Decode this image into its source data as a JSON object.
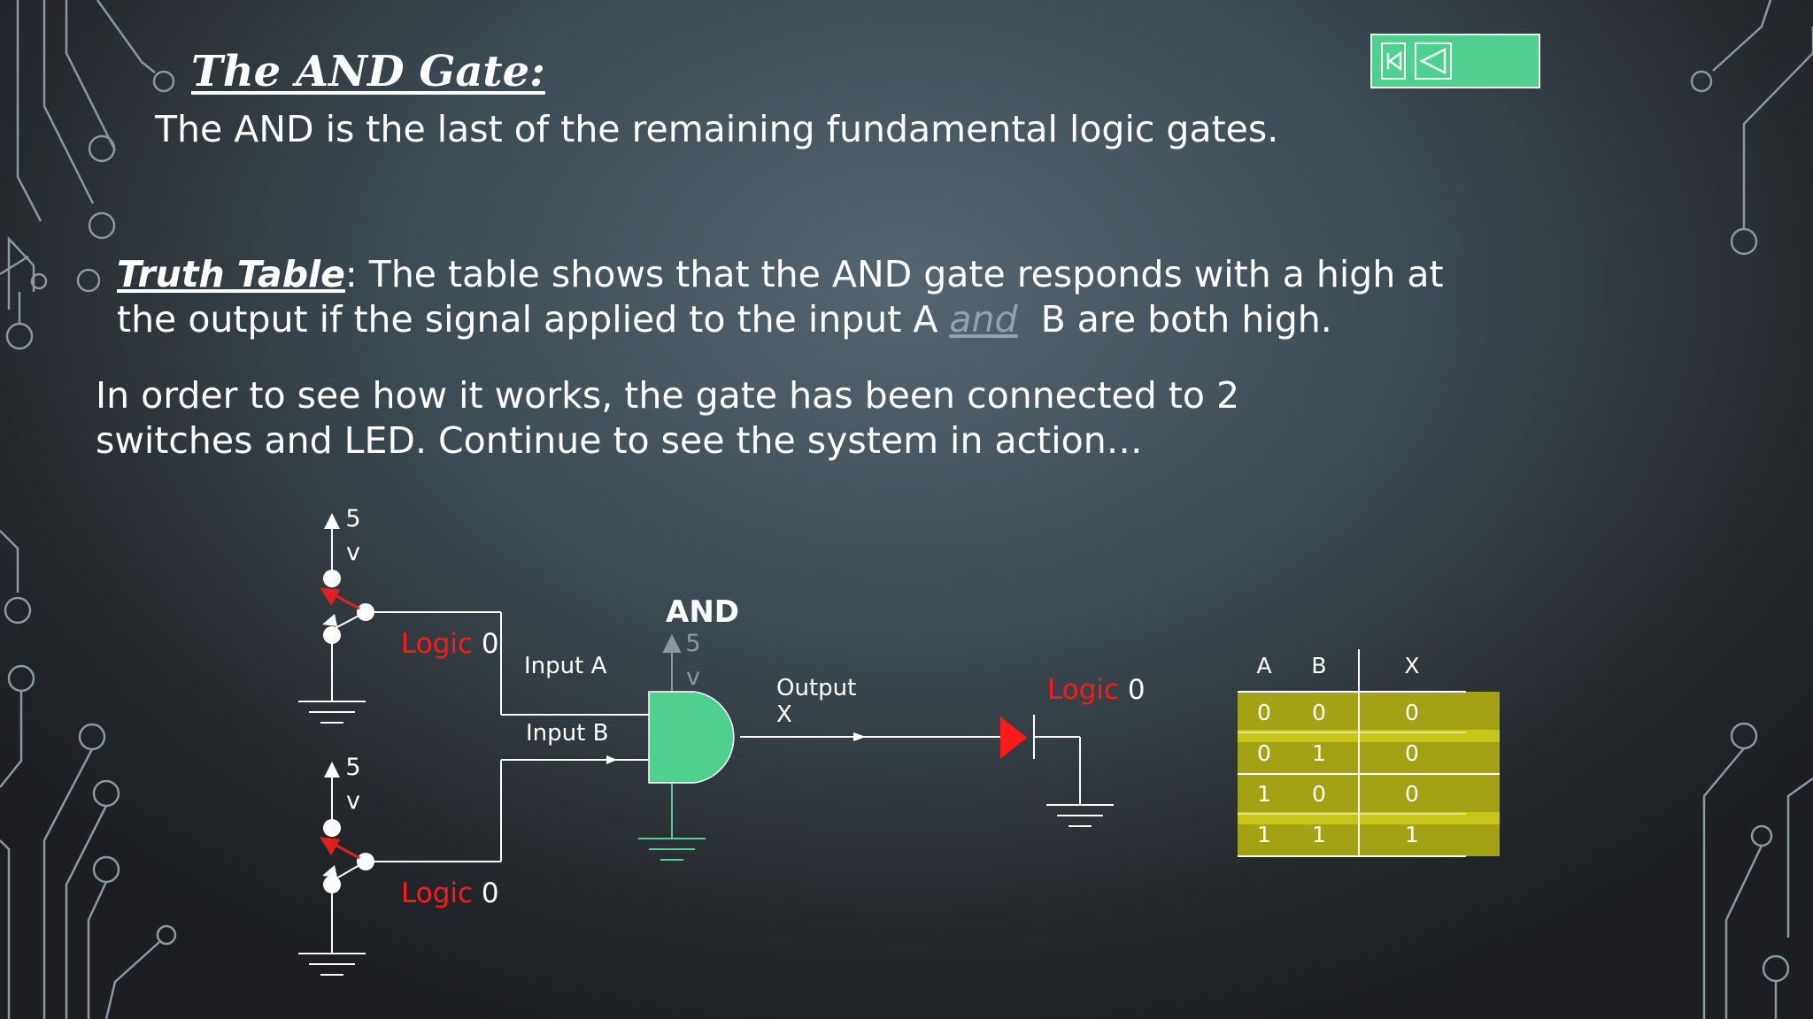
{
  "slide": {
    "title": "The AND Gate:",
    "intro": "The AND is the last of the remaining fundamental logic gates.",
    "truth_label": "Truth Table",
    "truth_text_1": ": The table shows that the AND gate responds with a high at",
    "truth_text_2a": "the output if the signal applied to the input A ",
    "truth_and": "and",
    "truth_text_2b": "B are both high.",
    "order_line_1": "In order to see how it works, the gate has been connected to 2",
    "order_line_2": "switches and LED. Continue to see the system in action…"
  },
  "nav": {
    "first_icon": "skip-to-first-icon",
    "back_icon": "previous-slide-icon",
    "color": "#4fd08e"
  },
  "circuit": {
    "supply_a": {
      "value": "5",
      "unit": "v"
    },
    "supply_b": {
      "value": "5",
      "unit": "v"
    },
    "gate_supply": {
      "value": "5",
      "unit": "v"
    },
    "logic_a": {
      "prefix": "Logic ",
      "value": "0"
    },
    "logic_b": {
      "prefix": "Logic ",
      "value": "0"
    },
    "logic_out": {
      "prefix": "Logic ",
      "value": "0"
    },
    "input_a": "Input A",
    "input_b": "Input B",
    "gate_name": "AND",
    "output_line_1": "Output",
    "output_line_2": "X",
    "gate_color": "#4fd08e",
    "led_color": "#ff1a1a"
  },
  "truth_table": {
    "headers": [
      "A",
      "B",
      "X"
    ],
    "rows": [
      [
        "0",
        "0",
        "0"
      ],
      [
        "0",
        "1",
        "0"
      ],
      [
        "1",
        "0",
        "0"
      ],
      [
        "1",
        "1",
        "1"
      ]
    ],
    "fill_color": "#a3a114"
  }
}
